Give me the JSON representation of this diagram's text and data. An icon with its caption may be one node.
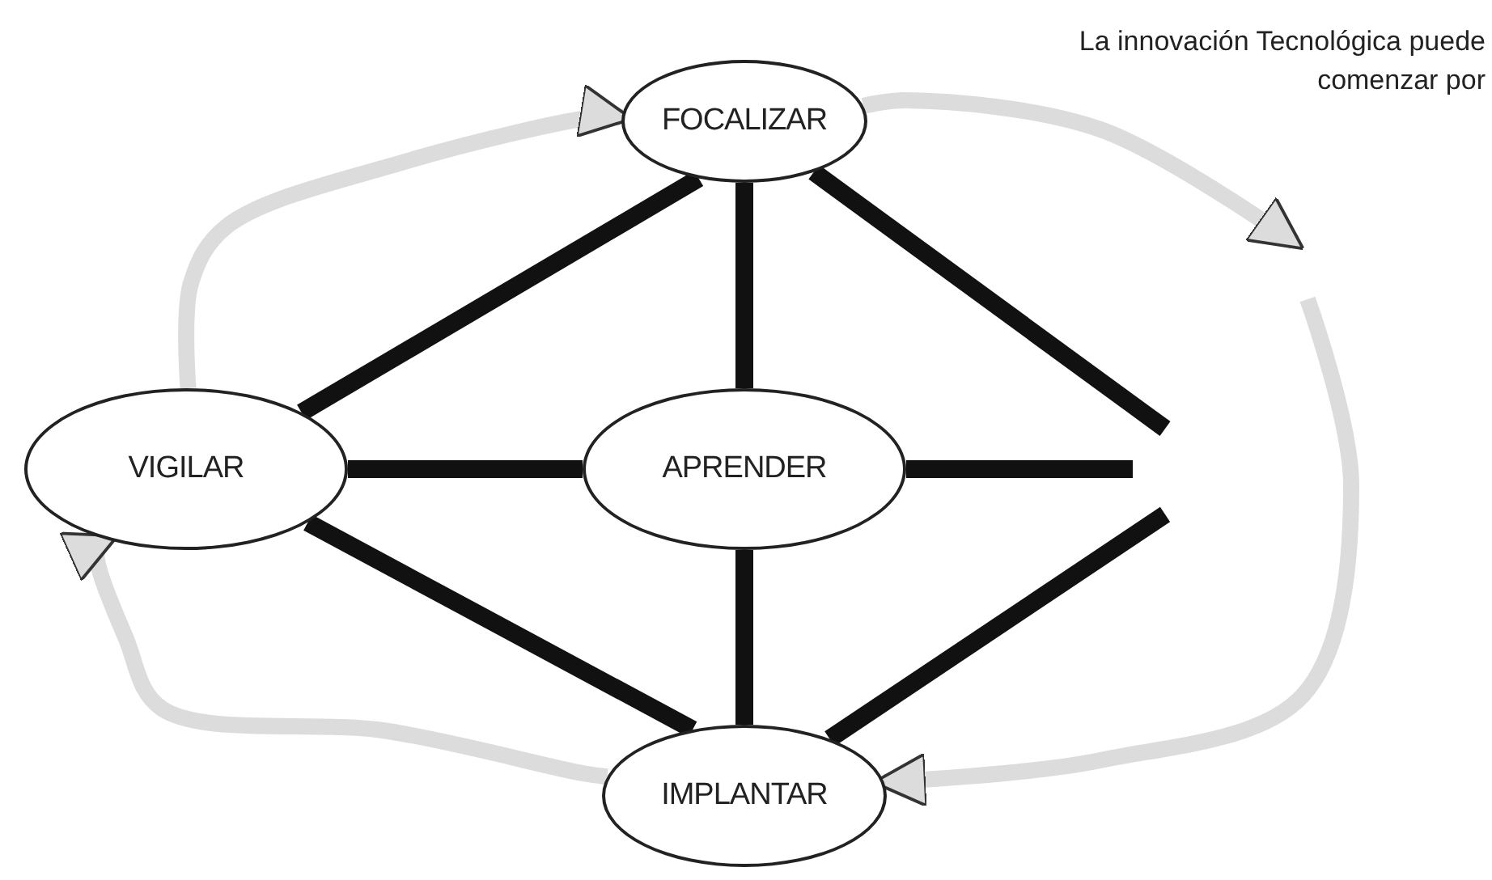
{
  "diagram": {
    "nodes": [
      {
        "text": [
          "FOCALIZAR"
        ]
      },
      {
        "text": [
          "VIGILAR"
        ]
      },
      {
        "text": [
          "APRENDER"
        ]
      },
      {
        "text": [
          "IMPLANTAR"
        ]
      }
    ],
    "edges": [
      {
        "from": 1,
        "to": 0,
        "arrow": "none"
      },
      {
        "from": 0,
        "to": null,
        "arrow": "none"
      },
      {
        "from": 0,
        "to": 2,
        "arrow": "none"
      },
      {
        "from": 1,
        "to": 2,
        "arrow": "none"
      },
      {
        "from": 2,
        "to": null,
        "arrow": "none"
      },
      {
        "from": 1,
        "to": 3,
        "arrow": "none"
      },
      {
        "from": 2,
        "to": 3,
        "arrow": "none"
      },
      {
        "from": 3,
        "to": null,
        "arrow": "none"
      },
      {
        "from": 1,
        "to": 0,
        "arrow": "to",
        "color": "#dcdcdc"
      },
      {
        "from": 0,
        "to": null,
        "arrow": "to",
        "color": "#dcdcdc"
      },
      {
        "from": null,
        "to": 3,
        "arrow": "to",
        "color": "#dcdcdc"
      },
      {
        "from": 3,
        "to": 1,
        "arrow": "to",
        "color": "#dcdcdc"
      }
    ],
    "labels": [
      "La innovación Tecnológica puede comenzar por"
    ]
  }
}
